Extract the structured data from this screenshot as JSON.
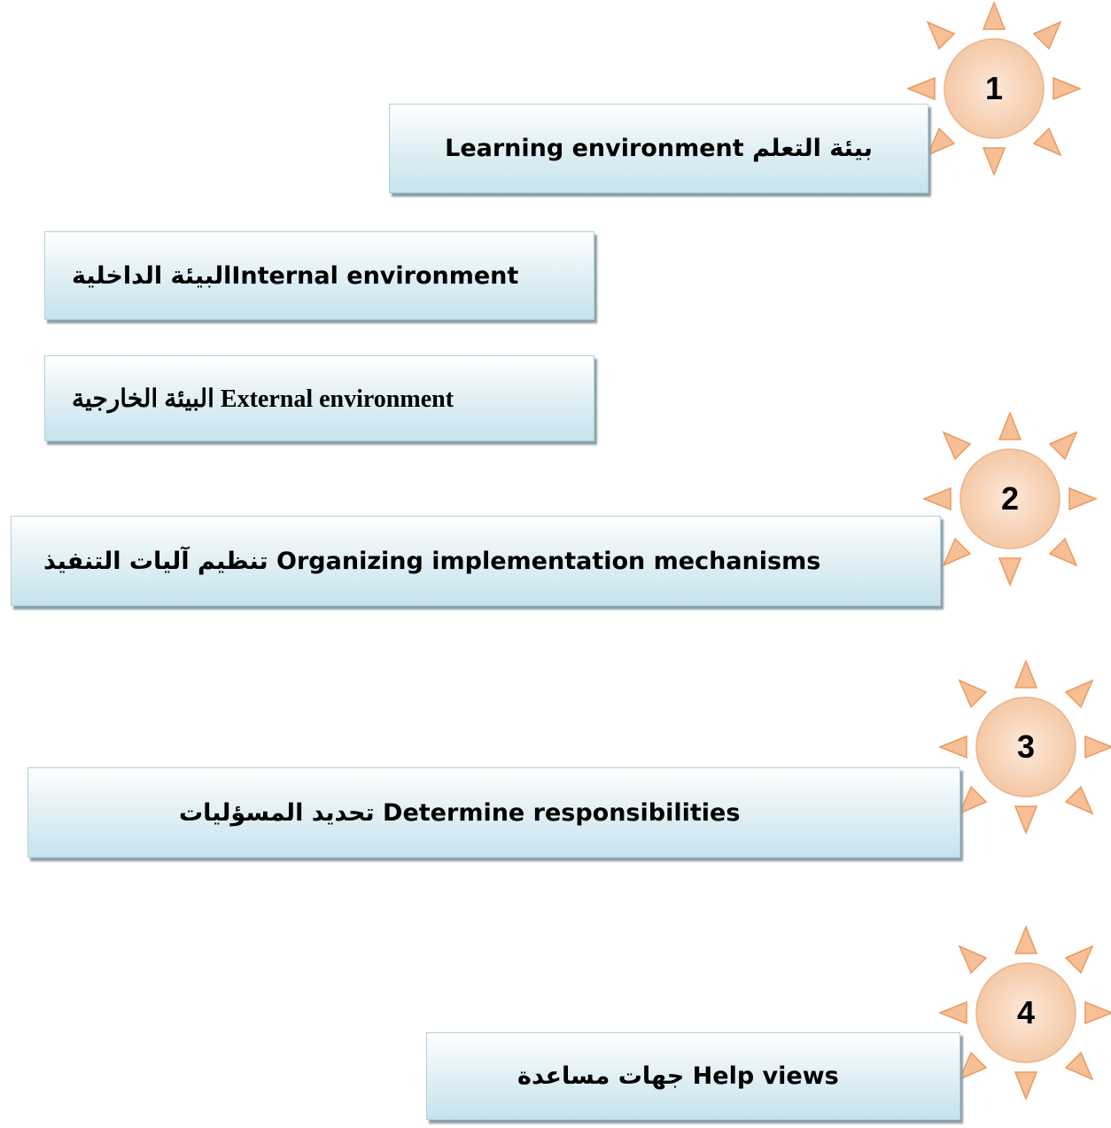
{
  "items": [
    {
      "number": "1",
      "label": "Learning environment  بيئة التعلم"
    },
    {
      "label": "البيئة الداخليةInternal environment"
    },
    {
      "label": "البيئة الخارجية External environment"
    },
    {
      "number": "2",
      "label": "تنظيم آليات التنفيذ Organizing implementation mechanisms"
    },
    {
      "number": "3",
      "label": "تحديد المسؤليات  Determine responsibilities"
    },
    {
      "number": "4",
      "label": "جهات مساعدة Help views"
    }
  ],
  "colors": {
    "box_top": "#ffffff",
    "box_bottom": "#c6e3ec",
    "sun_center": "#f9d7bd",
    "sun_ray_fill": "#f7bf95",
    "sun_ray_outline": "#e89a63"
  }
}
